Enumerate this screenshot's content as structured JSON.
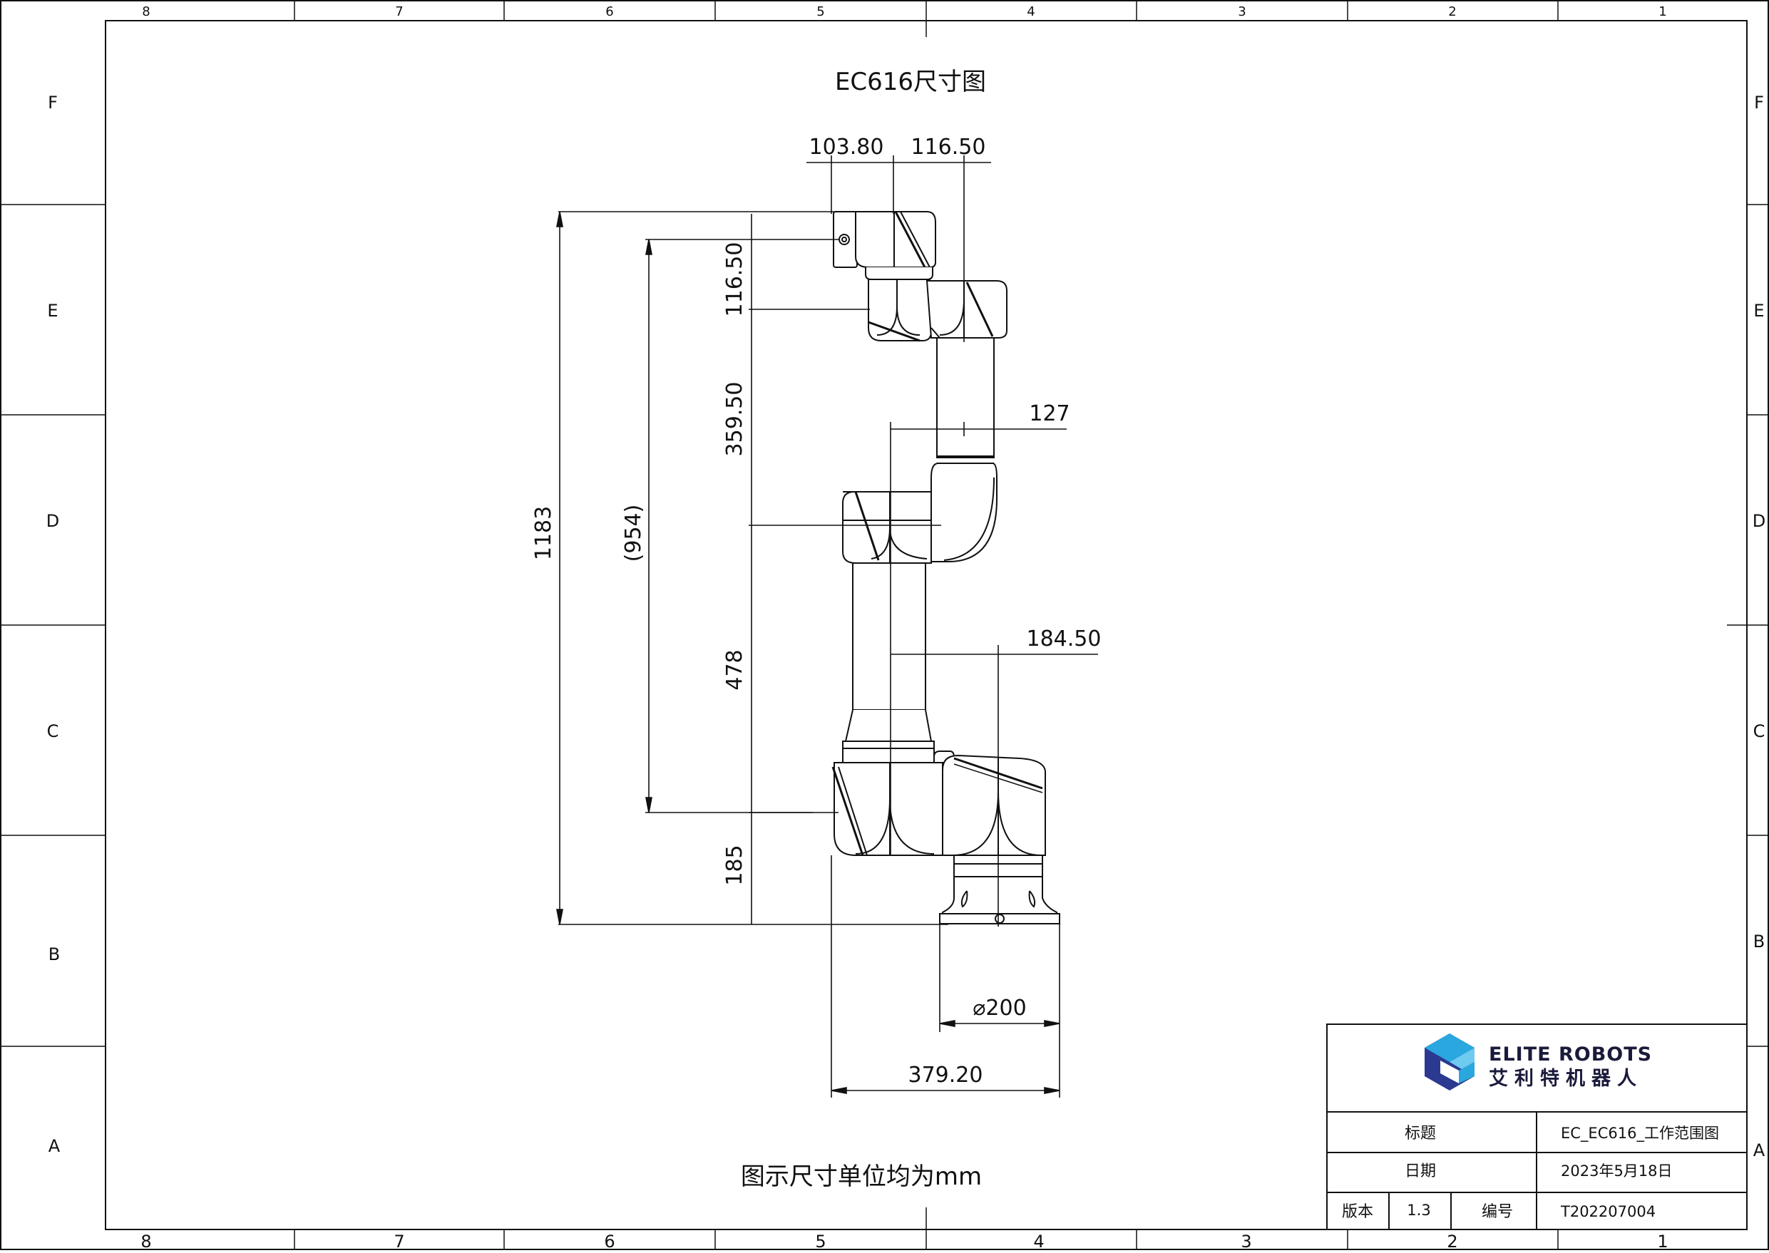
{
  "drawing": {
    "title": "EC616尺寸图",
    "note": "图示尺寸单位均为mm"
  },
  "grid": {
    "columns": [
      "8",
      "7",
      "6",
      "5",
      "4",
      "3",
      "2",
      "1"
    ],
    "rows": [
      "F",
      "E",
      "D",
      "C",
      "B",
      "A"
    ]
  },
  "dimensions": {
    "top_left_offset": "103.80",
    "top_right_offset": "116.50",
    "height_total": "1183",
    "height_ref": "(954)",
    "wrist_height": "116.50",
    "forearm_length": "359.50",
    "upper_arm_length": "478",
    "base_height": "185",
    "elbow_offset": "127",
    "shoulder_offset": "184.50",
    "base_diameter": "200",
    "overall_width": "379.20"
  },
  "title_block": {
    "company_en": "ELITE ROBOTS",
    "company_cn": "艾利特机器人",
    "title_label": "标题",
    "title_value": "EC_EC616_工作范围图",
    "date_label": "日期",
    "date_value": "2023年5月18日",
    "version_label": "版本",
    "version_value": "1.3",
    "number_label": "编号",
    "number_value": "T202207004"
  },
  "colors": {
    "logo_light": "#2aa7de",
    "logo_dark": "#2b3990",
    "line": "#111111"
  }
}
